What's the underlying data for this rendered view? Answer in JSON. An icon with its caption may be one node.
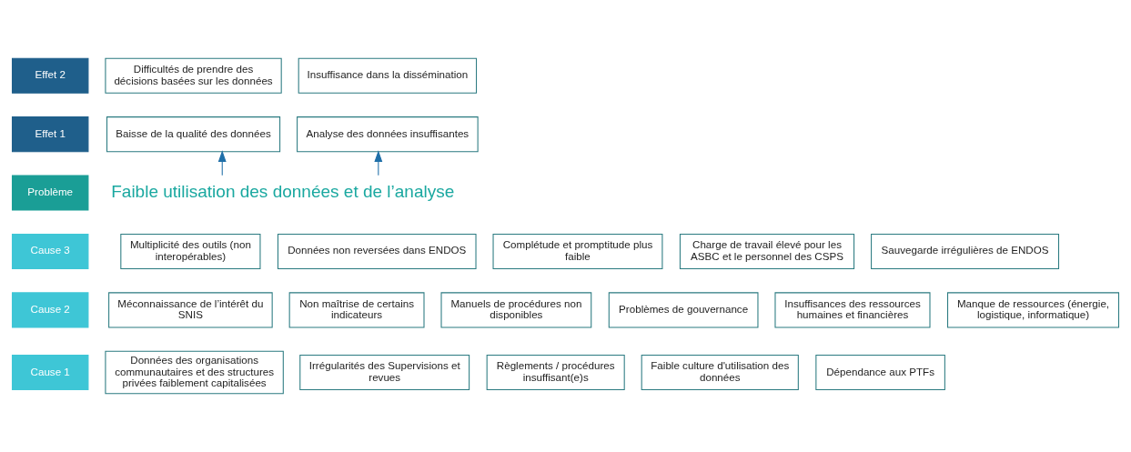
{
  "diagram": {
    "nodes": [
      {
        "text": [
          "Effet 2"
        ]
      },
      {
        "text": [
          "Difficultés de prendre des décisions basées sur les données"
        ]
      },
      {
        "text": [
          "Insuffisance dans la dissémination"
        ]
      },
      {
        "text": [
          "Effet 1"
        ]
      },
      {
        "text": [
          "Baisse de la qualité des données"
        ]
      },
      {
        "text": [
          "Analyse des données insuffisantes"
        ]
      },
      {
        "text": [
          "Problème"
        ]
      },
      {
        "text": [
          "Faible utilisation des données et de l’analyse"
        ]
      },
      {
        "text": [
          "Cause 3"
        ]
      },
      {
        "text": [
          "Multiplicité des outils (non interopérables)"
        ]
      },
      {
        "text": [
          "Données non reversées dans ENDOS"
        ]
      },
      {
        "text": [
          "Complétude et promptitude plus faible"
        ]
      },
      {
        "text": [
          "Charge de travail élevé pour les ASBC et le personnel des CSPS"
        ]
      },
      {
        "text": [
          "Sauvegarde irrégulières de ENDOS"
        ]
      },
      {
        "text": [
          "Cause 2"
        ]
      },
      {
        "text": [
          "Méconnaissance de l’intérêt du SNIS"
        ]
      },
      {
        "text": [
          "Non maîtrise de certains indicateurs"
        ]
      },
      {
        "text": [
          "Manuels de procédures non disponibles"
        ]
      },
      {
        "text": [
          "Problèmes de gouvernance"
        ]
      },
      {
        "text": [
          "Insuffisances des ressources humaines et financières"
        ]
      },
      {
        "text": [
          "Manque de ressources (énergie, logistique, informatique)"
        ]
      },
      {
        "text": [
          "Cause 1"
        ]
      },
      {
        "text": [
          "Données des organisations communautaires et des structures privées faiblement capitalisées"
        ]
      },
      {
        "text": [
          "Irrégularités des Supervisions et revues"
        ]
      },
      {
        "text": [
          "Règlements / procédures insuffisant(e)s"
        ]
      },
      {
        "text": [
          "Faible culture d'utilisation des données"
        ]
      },
      {
        "text": [
          "Dépendance aux PTFs"
        ]
      }
    ],
    "edges": [
      {
        "from": 7,
        "to": 4,
        "arrow": "to"
      },
      {
        "from": 7,
        "to": 5,
        "arrow": "to"
      }
    ]
  }
}
